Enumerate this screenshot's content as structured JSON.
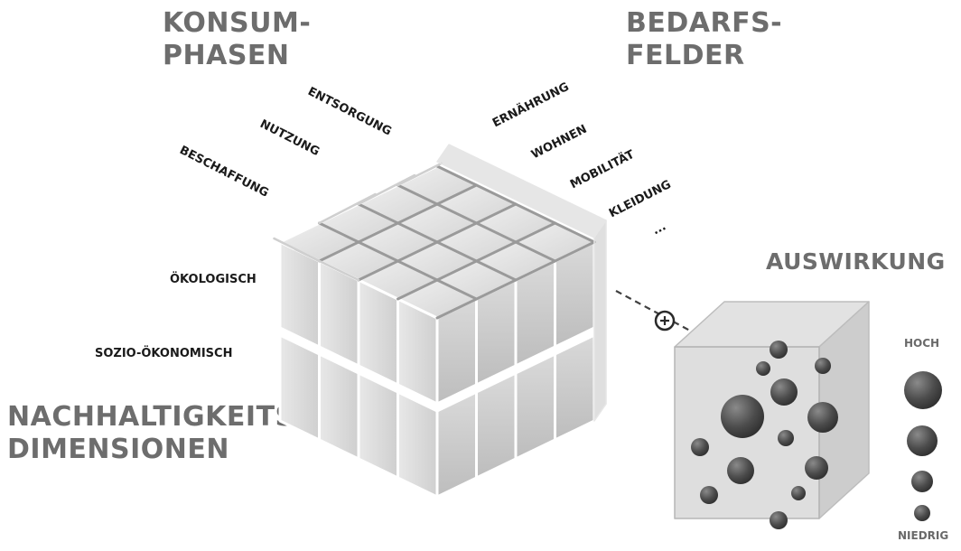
{
  "headings": {
    "konsumphasen_line1": "KONSUM-",
    "konsumphasen_line2": "PHASEN",
    "bedarfsfelder_line1": "BEDARFS-",
    "bedarfsfelder_line2": "FELDER",
    "nachhaltigkeit_line1": "NACHHALTIGKEITS-",
    "nachhaltigkeit_line2": "DIMENSIONEN",
    "auswirkung": "AUSWIRKUNG"
  },
  "konsumphasen": [
    "ENTSORGUNG",
    "NUTZUNG",
    "BESCHAFFUNG"
  ],
  "bedarfsfelder": [
    "ERNÄHRUNG",
    "WOHNEN",
    "MOBILITÄT",
    "KLEIDUNG",
    "..."
  ],
  "dimensionen": [
    "ÖKOLOGISCH",
    "SOZIO-ÖKONOMISCH"
  ],
  "legend": {
    "high": "HOCH",
    "low": "NIEDRIG"
  },
  "icons": {
    "zoom": "zoom-in-icon"
  }
}
